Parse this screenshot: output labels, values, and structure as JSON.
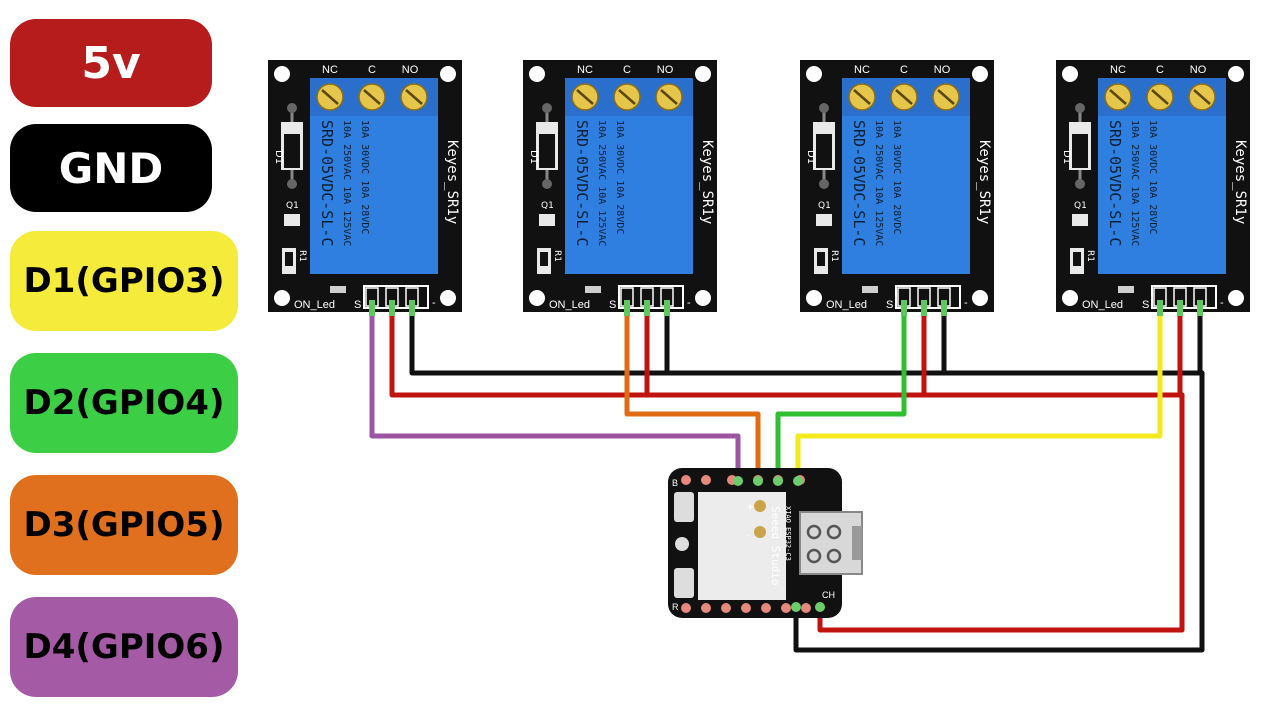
{
  "legend": [
    {
      "label": "5v",
      "bg": "#b71c1c",
      "fg": "#ffffff"
    },
    {
      "label": "GND",
      "bg": "#000000",
      "fg": "#ffffff"
    },
    {
      "label": "D1(GPIO3)",
      "bg": "#f5eb3b",
      "fg": "#000000"
    },
    {
      "label": "D2(GPIO4)",
      "bg": "#3ccf45",
      "fg": "#000000"
    },
    {
      "label": "D3(GPIO5)",
      "bg": "#e0701d",
      "fg": "#000000"
    },
    {
      "label": "D4(GPIO6)",
      "bg": "#a45aa4",
      "fg": "#000000"
    }
  ],
  "relay": {
    "terminal_labels": [
      "NC",
      "C",
      "NO"
    ],
    "relay_text_1": "SRD-05VDC-SL-C",
    "relay_text_2": "10A 250VAC   10A 125VAC",
    "relay_text_3": "10A 30VDC   10A 28VDC",
    "brand": "Keyes_SR1y",
    "on_led": "ON_Led",
    "pin_s": "S",
    "pin_minus": "-",
    "d1": "D1",
    "q1": "Q1",
    "r1": "R1"
  },
  "board": {
    "label_b": "B",
    "label_r": "R",
    "label_plus": "+",
    "label_minus": "-",
    "label_ch": "CH",
    "brand": "Seeed Studio",
    "model": "ESP32-C3",
    "extra": "XIAO"
  },
  "colors": {
    "vcc": "#c0120f",
    "gnd": "#111111",
    "d1": "#f2ea1c",
    "d2": "#2fbf30",
    "d3": "#e06b12",
    "d4": "#9b55a3",
    "relay_pcb": "#111111",
    "relay_body": "#2f7fe0"
  }
}
